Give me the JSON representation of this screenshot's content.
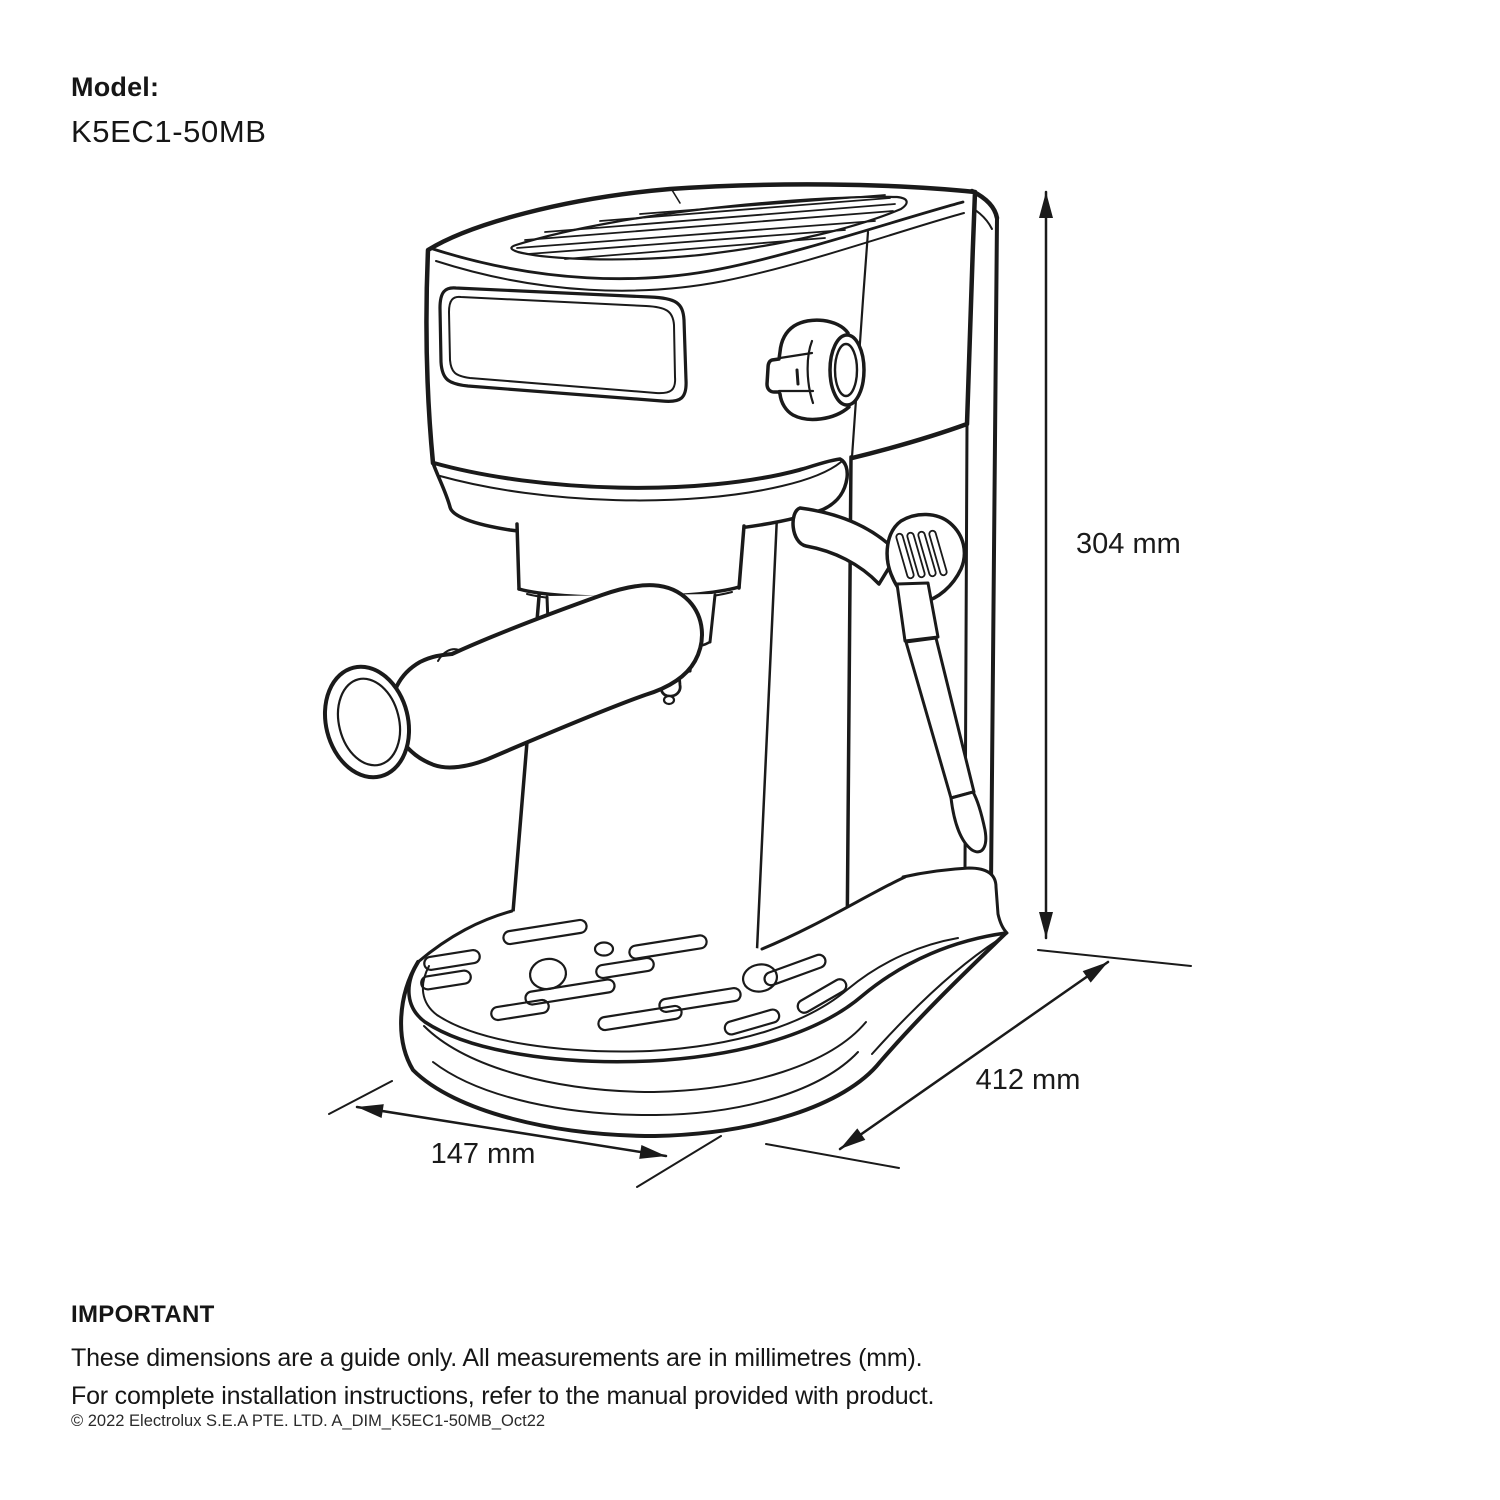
{
  "page": {
    "background": "#ffffff",
    "ink": "#1a1a1a"
  },
  "model": {
    "label": "Model:",
    "value": "K5EC1-50MB"
  },
  "diagram": {
    "name": "espresso-machine-dimension-drawing",
    "dimension_labels": {
      "height": "304 mm",
      "depth": "412 mm",
      "width": "147 mm"
    }
  },
  "notes": {
    "heading": "IMPORTANT",
    "line1": "These dimensions are a guide only. All measurements are in millimetres (mm).",
    "line2": "For complete installation instructions, refer to the manual provided with product."
  },
  "footer": {
    "copyright": "© 2022 Electrolux S.E.A PTE. LTD.  A_DIM_K5EC1-50MB_Oct22"
  }
}
